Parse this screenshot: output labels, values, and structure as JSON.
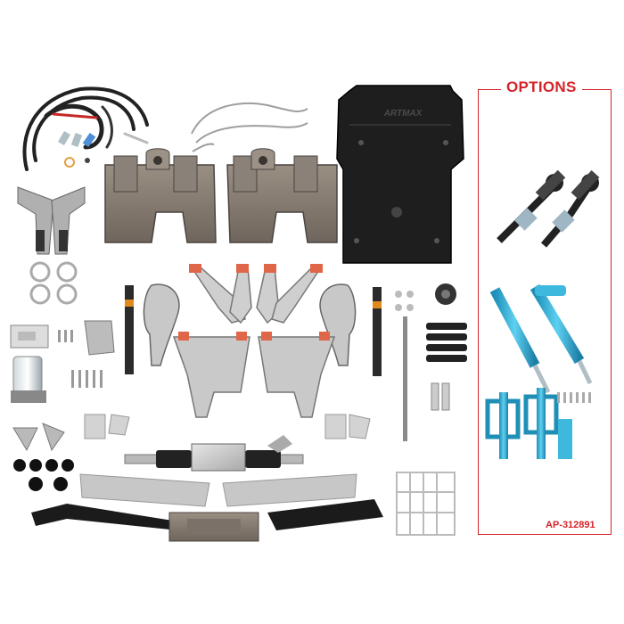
{
  "options": {
    "title": "OPTIONS",
    "part_number": "AP-312891",
    "accent_color": "#d4242a"
  },
  "skid_plate": {
    "logo_text": "ARTMAX"
  }
}
